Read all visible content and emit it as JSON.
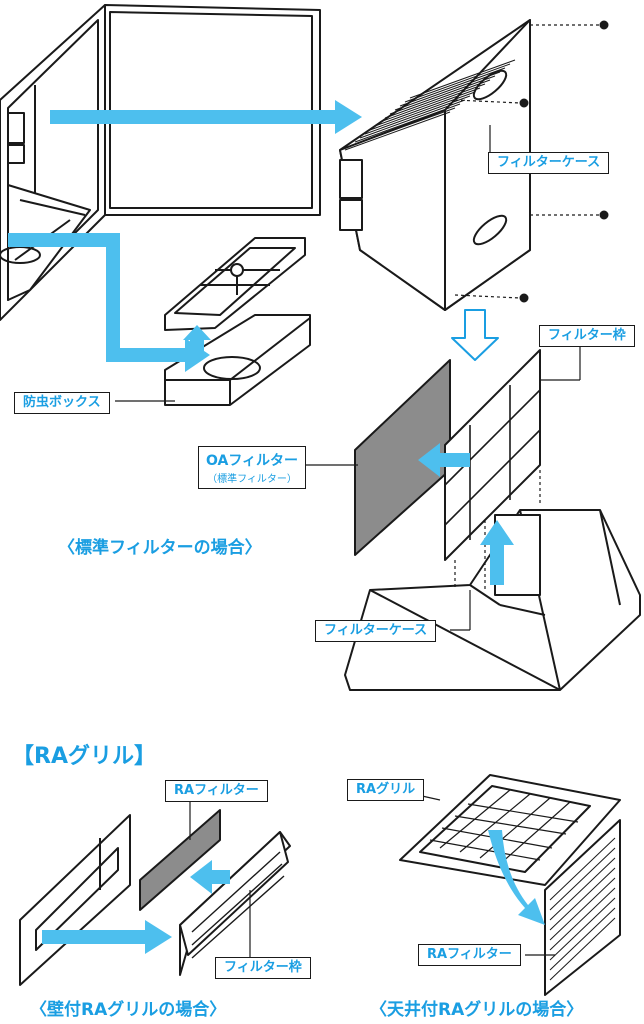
{
  "labels": {
    "filter_case_top": "フィルターケース",
    "filter_frame_top": "フィルター枠",
    "insect_box": "防虫ボックス",
    "oa_filter": "OAフィルター",
    "oa_filter_sub": "（標準フィルター）",
    "filter_case_bottom": "フィルターケース",
    "ra_filter_wall": "RAフィルター",
    "filter_frame_wall": "フィルター枠",
    "ra_grill_ceiling": "RAグリル",
    "ra_filter_ceiling": "RAフィルター"
  },
  "captions": {
    "standard": "〈標準フィルターの場合〉",
    "wall": "〈壁付RAグリルの場合〉",
    "ceiling": "〈天井付RAグリルの場合〉"
  },
  "section_title": "【RAグリル】",
  "colors": {
    "accent": "#1a9ee2",
    "arrow": "#4dbfee",
    "line": "#1a1a1a",
    "filter_gray": "#8c8c8c"
  }
}
